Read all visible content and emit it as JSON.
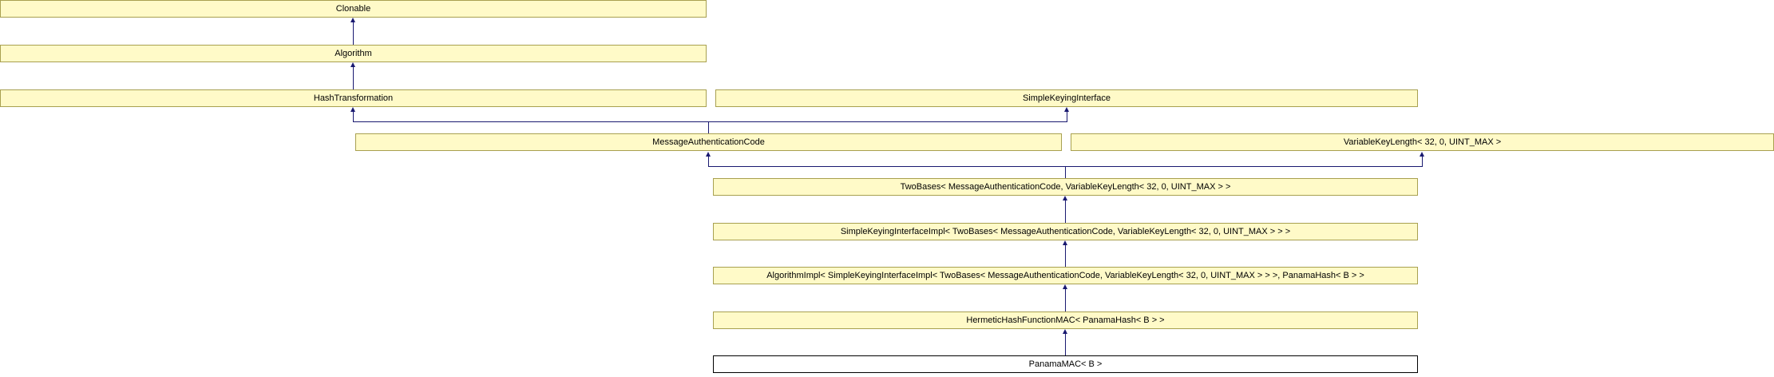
{
  "diagram": {
    "title": "PanamaMAC< B > inheritance diagram",
    "type": "class-inheritance",
    "colors": {
      "node_fill": "#fffac8",
      "node_border": "#a8a050",
      "current_fill": "#ffffff",
      "current_border": "#000000",
      "edge": "#191970",
      "background": "#ffffff"
    },
    "nodes": [
      {
        "id": "clonable",
        "label": "Clonable"
      },
      {
        "id": "algorithm",
        "label": "Algorithm"
      },
      {
        "id": "hash-transformation",
        "label": "HashTransformation"
      },
      {
        "id": "simple-keying-interface",
        "label": "SimpleKeyingInterface"
      },
      {
        "id": "message-authentication-code",
        "label": "MessageAuthenticationCode"
      },
      {
        "id": "variable-key-length",
        "label": "VariableKeyLength< 32, 0, UINT_MAX >"
      },
      {
        "id": "two-bases",
        "label": "TwoBases< MessageAuthenticationCode, VariableKeyLength< 32, 0, UINT_MAX > >"
      },
      {
        "id": "simple-keying-interface-impl",
        "label": "SimpleKeyingInterfaceImpl< TwoBases< MessageAuthenticationCode, VariableKeyLength< 32, 0, UINT_MAX > > >"
      },
      {
        "id": "algorithm-impl",
        "label": "AlgorithmImpl< SimpleKeyingInterfaceImpl< TwoBases< MessageAuthenticationCode, VariableKeyLength< 32, 0, UINT_MAX > > >, PanamaHash< B > >"
      },
      {
        "id": "hermetic-hash-function-mac",
        "label": "HermeticHashFunctionMAC< PanamaHash< B > >"
      },
      {
        "id": "panama-mac",
        "label": "PanamaMAC< B >"
      }
    ],
    "edges": [
      {
        "from": "algorithm",
        "to": "clonable"
      },
      {
        "from": "hash-transformation",
        "to": "algorithm"
      },
      {
        "from": "message-authentication-code",
        "to": "hash-transformation"
      },
      {
        "from": "message-authentication-code",
        "to": "simple-keying-interface"
      },
      {
        "from": "two-bases",
        "to": "message-authentication-code"
      },
      {
        "from": "two-bases",
        "to": "variable-key-length"
      },
      {
        "from": "simple-keying-interface-impl",
        "to": "two-bases"
      },
      {
        "from": "algorithm-impl",
        "to": "simple-keying-interface-impl"
      },
      {
        "from": "hermetic-hash-function-mac",
        "to": "algorithm-impl"
      },
      {
        "from": "panama-mac",
        "to": "hermetic-hash-function-mac"
      }
    ]
  }
}
